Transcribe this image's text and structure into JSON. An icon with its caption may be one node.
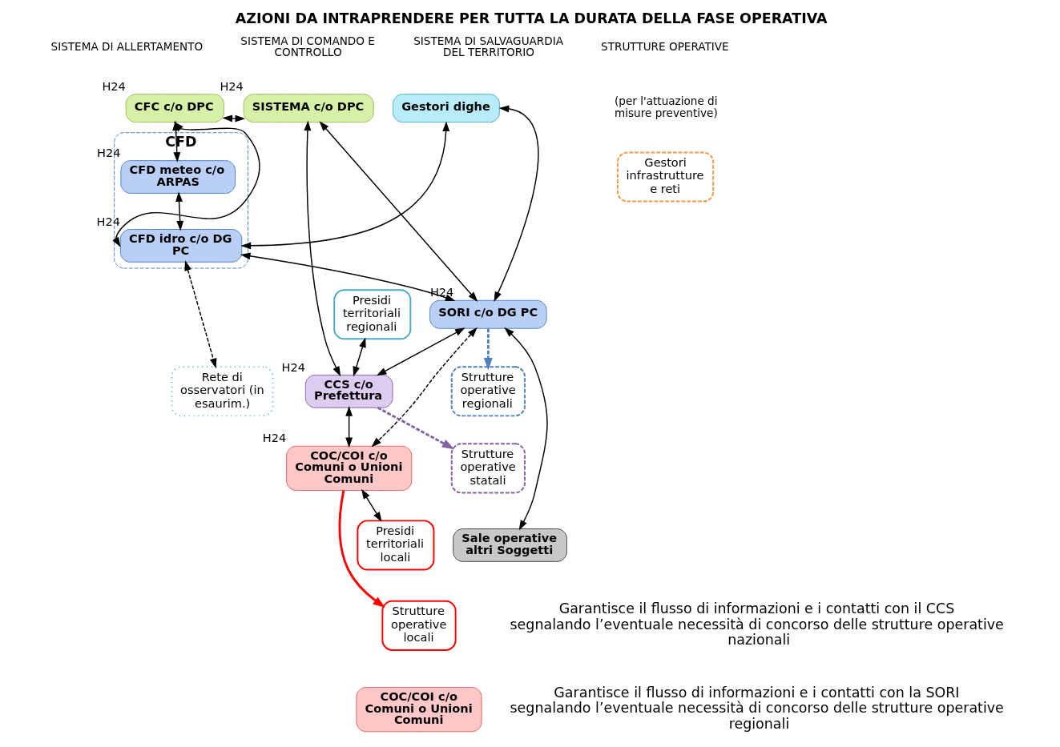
{
  "diagram": {
    "title": "AZIONI DA INTRAPRENDERE PER TUTTA LA DURATA DELLA FASE OPERATIVA",
    "nodes": [
      {
        "text": [
          "CFC c/o DPC"
        ],
        "beside": [
          "H24"
        ]
      },
      {
        "text": [
          "SISTEMA c/o DPC"
        ],
        "beside": [
          "H24"
        ]
      },
      {
        "text": [
          "Gestori dighe"
        ]
      },
      {
        "text": [
          "CFD"
        ]
      },
      {
        "text": [
          "CFD meteo c/o ARPAS"
        ],
        "in": 3,
        "beside": [
          "H24"
        ]
      },
      {
        "text": [
          "CFD idro c/o DG PC"
        ],
        "in": 3,
        "beside": [
          "H24"
        ]
      },
      {
        "text": [
          "SORI c/o DG PC"
        ],
        "beside": [
          "H24"
        ]
      },
      {
        "text": [
          "Presidi territoriali regionali"
        ]
      },
      {
        "text": [
          "Strutture operative regionali"
        ]
      },
      {
        "text": [
          "Rete di osservatori (in esaurim.)"
        ]
      },
      {
        "text": [
          "CCS c/o Prefettura"
        ],
        "beside": [
          "H24"
        ]
      },
      {
        "text": [
          "Strutture operative statali"
        ]
      },
      {
        "text": [
          "Sale operative altri Soggetti"
        ]
      },
      {
        "text": [
          "COC/COI c/o Comuni o Unioni Comuni"
        ],
        "beside": [
          "H24"
        ]
      },
      {
        "text": [
          "Presidi territoriali locali"
        ]
      },
      {
        "text": [
          "Strutture operative locali"
        ]
      },
      {
        "text": [
          "Gestori infrastrutture e reti"
        ]
      },
      {
        "text": [
          "COC/COI c/o Comuni o Unioni Comuni"
        ]
      }
    ],
    "edges": [
      {
        "from": 0,
        "to": 1,
        "arrow": "both"
      },
      {
        "from": 0,
        "to": 4,
        "arrow": "both"
      },
      {
        "from": 0,
        "to": 5,
        "arrow": "both"
      },
      {
        "from": 4,
        "to": 5,
        "arrow": "both"
      },
      {
        "from": 5,
        "to": 6,
        "arrow": "both"
      },
      {
        "from": 5,
        "to": 9,
        "arrow": "both",
        "style": "dashed"
      },
      {
        "from": 2,
        "to": 5,
        "arrow": "both"
      },
      {
        "from": 2,
        "to": 6,
        "arrow": "both"
      },
      {
        "from": 1,
        "to": 6,
        "arrow": "both"
      },
      {
        "from": 1,
        "to": 10,
        "arrow": "both"
      },
      {
        "from": 6,
        "to": 10,
        "arrow": "both"
      },
      {
        "from": 10,
        "to": 7,
        "arrow": "both"
      },
      {
        "from": 6,
        "to": 8,
        "arrow": "to",
        "style": "dashed",
        "color": "#4f81bd"
      },
      {
        "from": 10,
        "to": 11,
        "arrow": "to",
        "style": "dashed",
        "color": "#8064a2"
      },
      {
        "from": 6,
        "to": 12,
        "arrow": "both"
      },
      {
        "from": 6,
        "to": 13,
        "arrow": "both",
        "style": "dashed"
      },
      {
        "from": 10,
        "to": 13,
        "arrow": "both"
      },
      {
        "from": 13,
        "to": 14,
        "arrow": "both"
      },
      {
        "from": 13,
        "to": 15,
        "arrow": "to",
        "color": "#ff0000"
      }
    ],
    "labels": [
      "SISTEMA DI ALLERTAMENTO",
      "SISTEMA DI COMANDO E CONTROLLO",
      "SISTEMA DI SALVAGUARDIA DEL TERRITORIO",
      "STRUTTURE OPERATIVE",
      "(per l'attuazione di misure preventive)",
      "Garantisce il flusso di informazioni e i contatti con la SORI segnalando l’eventuale necessità di concorso delle strutture operative regionali",
      "Garantisce il flusso di informazioni e i contatti con il CCS segnalando l’eventuale necessità di concorso delle strutture operative nazionali"
    ]
  }
}
